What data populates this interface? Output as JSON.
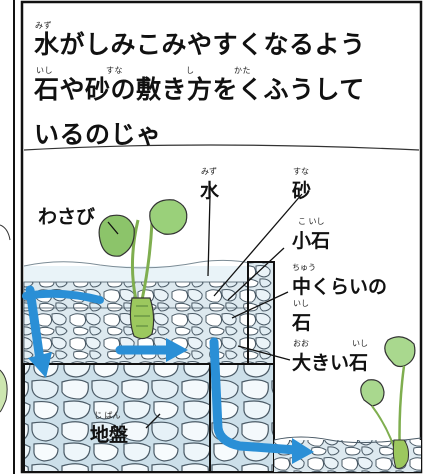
{
  "narration": {
    "line1": "水がしみこみやすくなるよう",
    "line2": "石や砂の敷き方をくふうして",
    "line3": "いるのじゃ",
    "ruby": {
      "mizu": "みず",
      "ishi": "いし",
      "suna": "すな",
      "shi": "し",
      "kata": "かた"
    }
  },
  "labels": {
    "wasabi": "わさび",
    "water": "水",
    "water_ruby": "みず",
    "sand": "砂",
    "sand_ruby": "すな",
    "small_stone": "小石",
    "small_stone_ruby": "こ いし",
    "medium_stone_line1": "中くらいの",
    "medium_stone_line2": "石",
    "medium_stone_ruby1": "ちゅう",
    "medium_stone_ruby2": "いし",
    "large_stone": "大きい石",
    "large_stone_ruby1": "おお",
    "large_stone_ruby2": "いし",
    "bedrock": "地盤",
    "bedrock_ruby": "じ ばん"
  },
  "colors": {
    "water_arrow": "#2a8fd6",
    "stone_fill": "#d4e6ef",
    "stone_outline": "#4a5a66",
    "leaf": "#8cc46a",
    "stem": "#b8d88a",
    "rhizome": "#9cc85e",
    "speech_bg": "#ffffff"
  },
  "icons": [
    "wasabi-plant-icon",
    "water-flow-arrow-icon",
    "leaf-icon"
  ]
}
